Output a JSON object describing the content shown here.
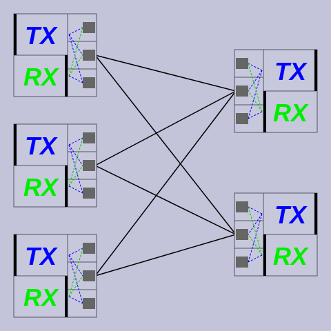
{
  "colors": {
    "background": "#c3c3d9",
    "box_fill": "#c8c8dc",
    "box_stroke": "#555566",
    "tx": "#0000ff",
    "rx": "#00ee00",
    "port": "#666666",
    "bar": "#000000",
    "link": "#000000",
    "dash_blue": "#0000ff",
    "dash_green": "#00cc00"
  },
  "units": [
    {
      "id": "left-1",
      "tx_label": "TX",
      "rx_label": "RX",
      "side": "left"
    },
    {
      "id": "left-2",
      "tx_label": "TX",
      "rx_label": "RX",
      "side": "left"
    },
    {
      "id": "left-3",
      "tx_label": "TX",
      "rx_label": "RX",
      "side": "left"
    },
    {
      "id": "right-1",
      "tx_label": "TX",
      "rx_label": "RX",
      "side": "right"
    },
    {
      "id": "right-2",
      "tx_label": "TX",
      "rx_label": "RX",
      "side": "right"
    }
  ],
  "links": [
    {
      "from": "left-1",
      "to": "right-1"
    },
    {
      "from": "left-1",
      "to": "right-2"
    },
    {
      "from": "left-2",
      "to": "right-1"
    },
    {
      "from": "left-2",
      "to": "right-2"
    },
    {
      "from": "left-3",
      "to": "right-1"
    },
    {
      "from": "left-3",
      "to": "right-2"
    }
  ]
}
